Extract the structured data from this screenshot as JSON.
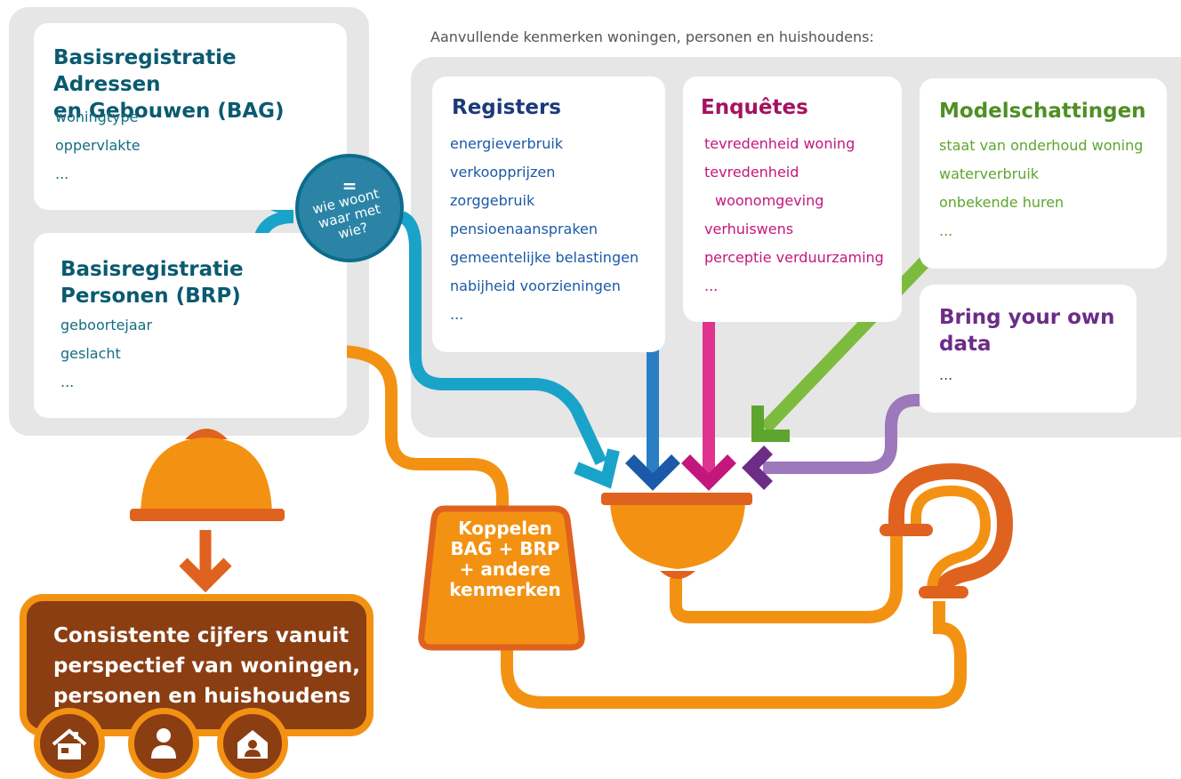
{
  "bag": {
    "title_line1": "Basisregistratie Adressen",
    "title_line2": "en Gebouwen (BAG)",
    "items": [
      "woningtype",
      "oppervlakte",
      "..."
    ]
  },
  "brp": {
    "title_line1": "Basisregistratie",
    "title_line2": "Personen (BRP)",
    "items": [
      "geboortejaar",
      "geslacht",
      "..."
    ]
  },
  "bubble": {
    "equals": "=",
    "text": "wie woont waar met wie?"
  },
  "heading": "Aanvullende kenmerken  woningen, personen en huishoudens:",
  "registers": {
    "title": "Registers",
    "items": [
      "energieverbruik",
      "verkoopprijzen",
      "zorggebruik",
      "pensioenaanspraken",
      "gemeentelijke belastingen",
      "nabijheid voorzieningen",
      "..."
    ]
  },
  "enquetes": {
    "title": "Enquêtes",
    "items": [
      "tevredenheid woning",
      "tevredenheid",
      "woonomgeving",
      "verhuiswens",
      "perceptie verduurzaming",
      "..."
    ]
  },
  "modelschattingen": {
    "title": "Modelschattingen",
    "items": [
      "staat van onderhoud woning",
      "waterverbruik",
      "onbekende huren",
      "..."
    ]
  },
  "byod": {
    "title_line1": "Bring your own",
    "title_line2": "data",
    "items": [
      "..."
    ]
  },
  "koppelen": {
    "line1": "Koppelen",
    "line2": "BAG + BRP",
    "line3": "+ andere",
    "line4": "kenmerken"
  },
  "result": {
    "line1": "Consistente cijfers vanuit",
    "line2": "perspectief van woningen,",
    "line3": "personen en huishoudens"
  },
  "icons": [
    "house-icon",
    "person-icon",
    "household-icon"
  ],
  "colors": {
    "pipe_orange": "#f39212",
    "dark_orange": "#e0621f",
    "brown": "#8b3e12",
    "teal_pipe": "#1aa3c9",
    "blue_arrow": "#2a7fc4",
    "magenta_arrow": "#e0338f",
    "green_arrow": "#7dbb3e",
    "purple_pipe": "#9d78bd"
  }
}
